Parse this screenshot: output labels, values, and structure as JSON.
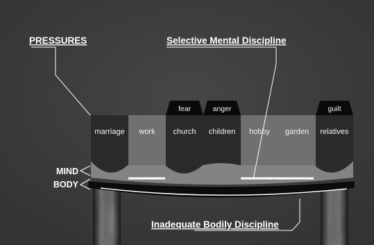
{
  "labels": {
    "pressures": "PRESSURES",
    "selective": "Selective Mental Discipline",
    "inadequate": "Inadequate Bodily Discipline",
    "mind": "MIND",
    "body": "BODY"
  },
  "columns": [
    {
      "label": "marriage",
      "cap": ""
    },
    {
      "label": "work",
      "cap": ""
    },
    {
      "label": "church",
      "cap": "fear"
    },
    {
      "label": "children",
      "cap": "anger"
    },
    {
      "label": "hobby",
      "cap": ""
    },
    {
      "label": "garden",
      "cap": ""
    },
    {
      "label": "relatives",
      "cap": "guilt"
    }
  ],
  "colors": {
    "background": "#151515",
    "dark_block": "#2a2a2a",
    "light_block": "#707070",
    "mind_band": "#838383",
    "body_band": "#0c0c0c",
    "line": "#ffffff"
  }
}
